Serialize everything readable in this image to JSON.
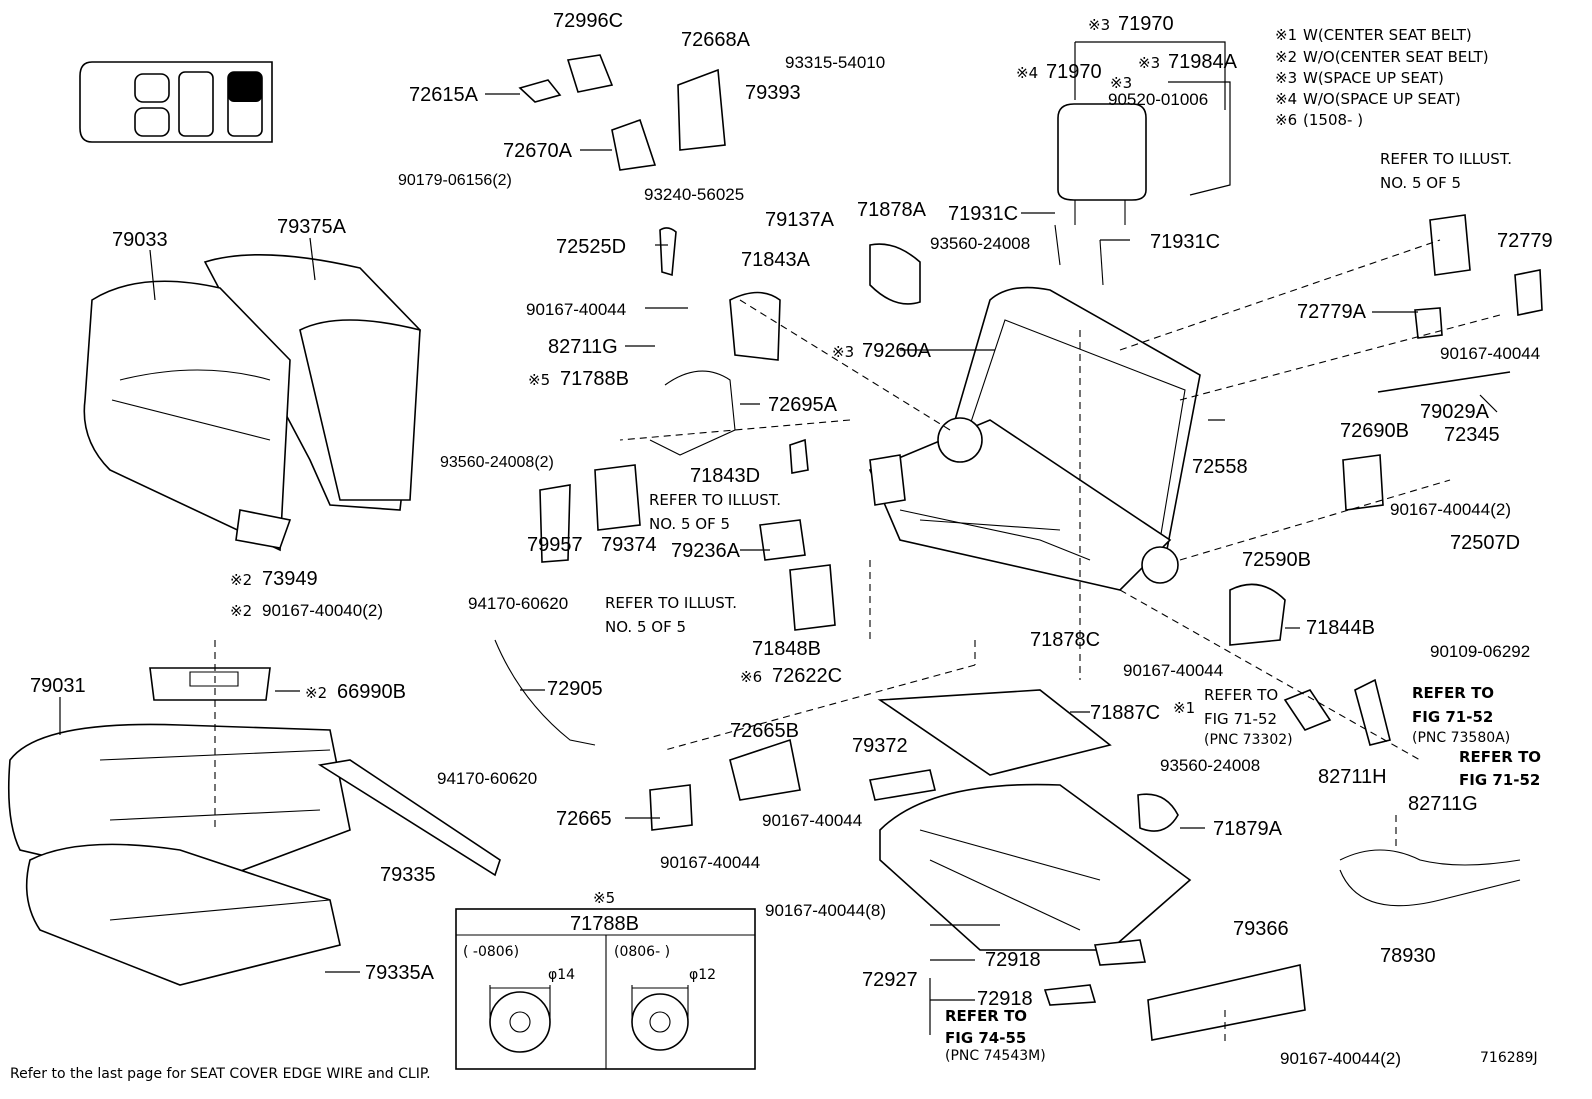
{
  "diagram_id": "716289J",
  "footer_note": "Refer to the last page for SEAT COVER EDGE WIRE and CLIP.",
  "legend": [
    {
      "mark": "※1",
      "text": "W(CENTER SEAT BELT)"
    },
    {
      "mark": "※2",
      "text": "W/O(CENTER SEAT BELT)"
    },
    {
      "mark": "※3",
      "text": "W(SPACE UP SEAT)"
    },
    {
      "mark": "※4",
      "text": "W/O(SPACE UP SEAT)"
    },
    {
      "mark": "※6",
      "text": "(1508-       )"
    }
  ],
  "parts": {
    "p72996C": "72996C",
    "p72668A": "72668A",
    "p93315": "93315-54010",
    "p72615A": "72615A",
    "p79393": "79393",
    "p72670A": "72670A",
    "p90179": "90179-06156(2)",
    "p93240": "93240-56025",
    "p79137A": "79137A",
    "p72525D": "72525D",
    "p71843A": "71843A",
    "p79033": "79033",
    "p79375A": "79375A",
    "p90167a": "90167-40044",
    "p82711Ga": "82711G",
    "p71788B": "71788B",
    "p72695A": "72695A",
    "p93560a": "93560-24008(2)",
    "p71843D": "71843D",
    "p79957": "79957",
    "p79374": "79374",
    "p79236A": "79236A",
    "p73949": "73949",
    "p90167_40040": "90167-40040(2)",
    "p94170a": "94170-60620",
    "p72905": "72905",
    "p94170b": "94170-60620",
    "p71848B": "71848B",
    "p72622C": "72622C",
    "p79031": "79031",
    "p66990B": "66990B",
    "p79335": "79335",
    "p79335A": "79335A",
    "p72665B": "72665B",
    "p72665": "72665",
    "p90167b": "90167-40044",
    "p90167c": "90167-40044",
    "p79372": "79372",
    "p90167_8": "90167-40044(8)",
    "p72927": "72927",
    "p72918a": "72918",
    "p72918b": "72918",
    "p71887C": "71887C",
    "p93560b": "93560-24008",
    "p71879A": "71879A",
    "p79366": "79366",
    "p90167_2b": "90167-40044(2)",
    "p71878A": "71878A",
    "p93560c": "93560-24008",
    "p71931Ca": "71931C",
    "p71931Cb": "71931C",
    "p79260A": "79260A",
    "p71970a": "71970",
    "p71970b": "71970",
    "p71984A": "71984A",
    "p90520": "90520-01006",
    "p72558": "72558",
    "p72590B": "72590B",
    "p71878C": "71878C",
    "p71844B": "71844B",
    "p90167d": "90167-40044",
    "p72779": "72779",
    "p72779A": "72779A",
    "p90167e": "90167-40044",
    "p79029A": "79029A",
    "p72690B": "72690B",
    "p72345": "72345",
    "p90167_2c": "90167-40044(2)",
    "p72507D": "72507D",
    "p90109": "90109-06292",
    "p82711H": "82711H",
    "p82711Gb": "82711G",
    "p78930": "78930"
  },
  "marks": {
    "m1": "※3",
    "m2": "※4",
    "m3": "※3",
    "m4": "※3",
    "m5": "※3",
    "m6": "※5",
    "m7": "※2",
    "m8": "※2",
    "m9": "※2",
    "m10": "※6",
    "m11": "※1",
    "m12": "※5"
  },
  "refs": {
    "r1a": "REFER TO ILLUST.",
    "r1b": "NO. 5 OF 5",
    "r2a": "REFER TO ILLUST.",
    "r2b": "NO. 5 OF 5",
    "r3a": "REFER TO ILLUST.",
    "r3b": "NO. 5 OF 5",
    "r4a": "REFER TO",
    "r4b": "FIG 71-52",
    "r4c": "(PNC 73302)",
    "r5a": "REFER TO",
    "r5b": "FIG 71-52",
    "r5c": "(PNC 73580A)",
    "r6a": "REFER TO",
    "r6b": "FIG 71-52",
    "r7a": "REFER TO",
    "r7b": "FIG 74-55",
    "r7c": "(PNC 74543M)"
  },
  "inset": {
    "title": "71788B",
    "left_range": "(      -0806)",
    "right_range": "(0806-      )",
    "left_dim": "φ14",
    "right_dim": "φ12"
  }
}
